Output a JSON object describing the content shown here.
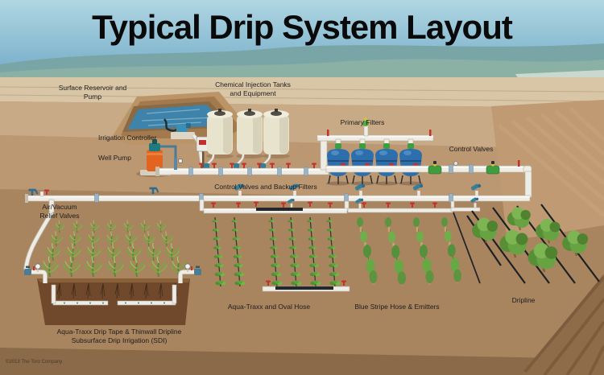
{
  "title": "Typical Drip System Layout",
  "copyright": "©2013 The Toro Company",
  "labels": {
    "surface_reservoir": "Surface Reservoir and\nPump",
    "chemical_injection": "Chemical Injection Tanks\nand Equipment",
    "primary_filters": "Primary Filters",
    "irrigation_controller": "Irrigation Controller",
    "well_pump": "Well Pump",
    "control_valves": "Control Valves",
    "control_valves_backup": "Control Valves and Backup Filters",
    "air_vacuum": "Air/Vacuum\nRelief Valves",
    "aqua_oval": "Aqua-Traxx and Oval Hose",
    "blue_stripe": "Blue Stripe Hose & Emitters",
    "dripline": "Dripline",
    "sdi": "Aqua-Traxx Drip Tape & Thinwall Dripline\nSubsurface Drip Irrigation (SDI)"
  },
  "colors": {
    "sky_top": "#b0d6e2",
    "sky_bottom": "#6fa9c6",
    "hills": "#7aa5a7",
    "ground_light": "#d9c6a6",
    "ground_mid": "#bb9772",
    "ground_dark": "#a8845f",
    "water": "#3f83aa",
    "pipe_white": "#eeece4",
    "filter_tank_blue": "#2d6fad",
    "valve_green": "#3f9d3f",
    "pump_orange": "#e2641f",
    "chemical_tank_cream": "#e7e3cd",
    "hose_black": "#23282c",
    "foliage_green": "#6fae3b",
    "accent_red": "#c9302c"
  }
}
